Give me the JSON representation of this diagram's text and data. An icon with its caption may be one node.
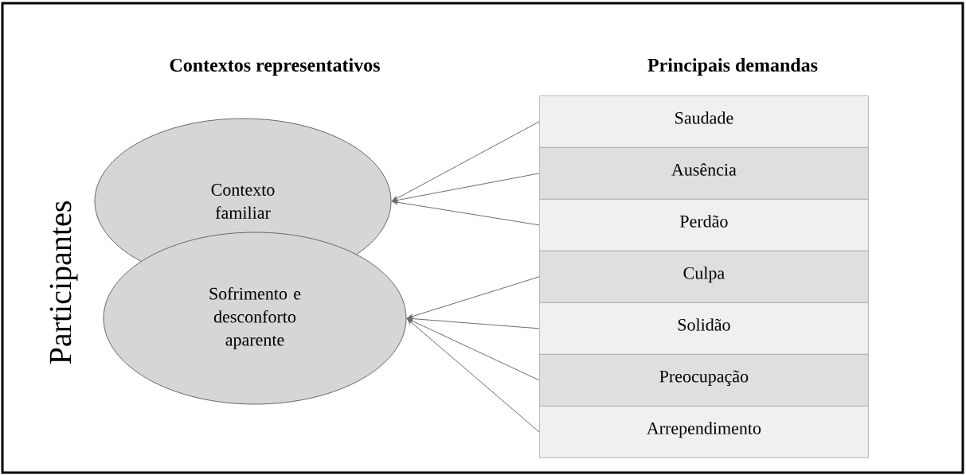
{
  "diagram": {
    "nodes": [
      {
        "text": [
          "Contexto familiar"
        ]
      },
      {
        "text": [
          "Sofrimento e desconforto aparente"
        ]
      },
      {
        "text": [
          "Saudade"
        ]
      },
      {
        "text": [
          "Ausência"
        ]
      },
      {
        "text": [
          "Perdão"
        ]
      },
      {
        "text": [
          "Culpa"
        ]
      },
      {
        "text": [
          "Solidão"
        ]
      },
      {
        "text": [
          "Preocupação"
        ]
      },
      {
        "text": [
          "Arrependimento"
        ]
      }
    ],
    "edges": [
      {
        "from": 2,
        "to": 0,
        "arrow": "to"
      },
      {
        "from": 3,
        "to": 0,
        "arrow": "to"
      },
      {
        "from": 4,
        "to": 0,
        "arrow": "to"
      },
      {
        "from": 5,
        "to": 1,
        "arrow": "to"
      },
      {
        "from": 6,
        "to": 1,
        "arrow": "to"
      },
      {
        "from": 7,
        "to": 1,
        "arrow": "to"
      },
      {
        "from": 8,
        "to": 1,
        "arrow": "to"
      }
    ],
    "labels": [
      "Contextos representativos",
      "Principais demandas",
      "Participantes"
    ]
  }
}
